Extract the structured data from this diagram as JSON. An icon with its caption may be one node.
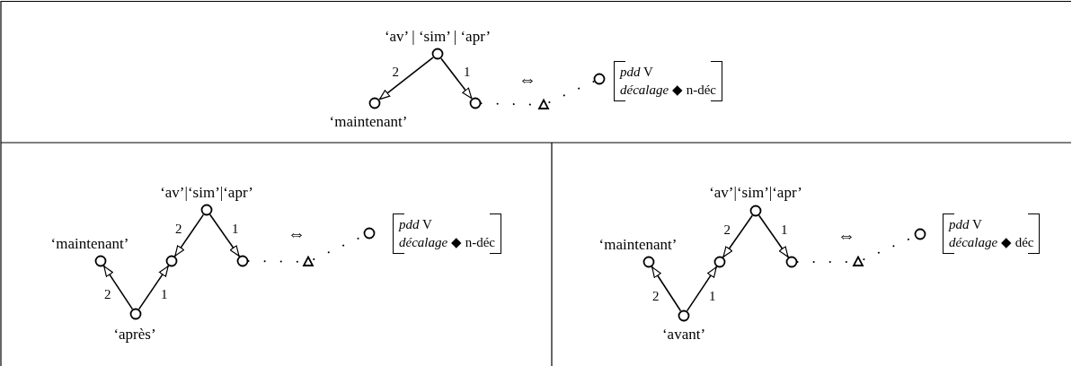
{
  "diagram": {
    "nodes": [
      {
        "text": [],
        "shape": "circle",
        "beside": [
          "‘av’ | ‘sim’ | ‘apr’"
        ]
      },
      {
        "text": [],
        "shape": "circle",
        "beside": [
          "‘maintenant’"
        ]
      },
      {
        "text": [],
        "shape": "circle"
      },
      {
        "text": [],
        "shape": "triangle"
      },
      {
        "text": [],
        "shape": "circle"
      },
      {
        "text": [
          "*pdd* V",
          "*décalage* ◆ n-déc"
        ]
      },
      {
        "text": [],
        "shape": "circle",
        "beside": [
          "‘av’|‘sim’|‘apr’"
        ]
      },
      {
        "text": [],
        "shape": "circle",
        "beside": [
          "‘maintenant’"
        ]
      },
      {
        "text": [],
        "shape": "circle"
      },
      {
        "text": [],
        "shape": "circle"
      },
      {
        "text": [],
        "shape": "circle",
        "beside": [
          "‘après’"
        ]
      },
      {
        "text": [],
        "shape": "triangle"
      },
      {
        "text": [],
        "shape": "circle"
      },
      {
        "text": [
          "*pdd* V",
          "*décalage* ◆ n-déc"
        ]
      },
      {
        "text": [],
        "shape": "circle",
        "beside": [
          "‘av’|‘sim’|‘apr’"
        ]
      },
      {
        "text": [],
        "shape": "circle",
        "beside": [
          "‘maintenant’"
        ]
      },
      {
        "text": [],
        "shape": "circle"
      },
      {
        "text": [],
        "shape": "circle"
      },
      {
        "text": [],
        "shape": "circle",
        "beside": [
          "‘avant’"
        ]
      },
      {
        "text": [],
        "shape": "triangle"
      },
      {
        "text": [],
        "shape": "circle"
      },
      {
        "text": [
          "*pdd* V",
          "*décalage* ◆ déc"
        ]
      }
    ],
    "edges": [
      {
        "from": 0,
        "to": 1,
        "arrow": "to",
        "label": "2"
      },
      {
        "from": 0,
        "to": 2,
        "arrow": "to",
        "label": "1"
      },
      {
        "from": 2,
        "to": 3,
        "arrow": "none",
        "style": "dashed"
      },
      {
        "from": 3,
        "to": 4,
        "arrow": "none",
        "style": "dashed"
      },
      {
        "from": 6,
        "to": 8,
        "arrow": "to",
        "label": "2"
      },
      {
        "from": 6,
        "to": 9,
        "arrow": "to",
        "label": "1"
      },
      {
        "from": 10,
        "to": 7,
        "arrow": "to",
        "label": "2"
      },
      {
        "from": 10,
        "to": 8,
        "arrow": "to",
        "label": "1"
      },
      {
        "from": 9,
        "to": 11,
        "arrow": "none",
        "style": "dashed"
      },
      {
        "from": 11,
        "to": 12,
        "arrow": "none",
        "style": "dashed"
      },
      {
        "from": 14,
        "to": 16,
        "arrow": "to",
        "label": "2"
      },
      {
        "from": 14,
        "to": 17,
        "arrow": "to",
        "label": "1"
      },
      {
        "from": 18,
        "to": 15,
        "arrow": "to",
        "label": "2"
      },
      {
        "from": 18,
        "to": 16,
        "arrow": "to",
        "label": "1"
      },
      {
        "from": 17,
        "to": 19,
        "arrow": "none",
        "style": "dashed"
      },
      {
        "from": 19,
        "to": 20,
        "arrow": "none",
        "style": "dashed"
      }
    ],
    "labels": [
      "⇔",
      "⇔",
      "⇔"
    ]
  }
}
